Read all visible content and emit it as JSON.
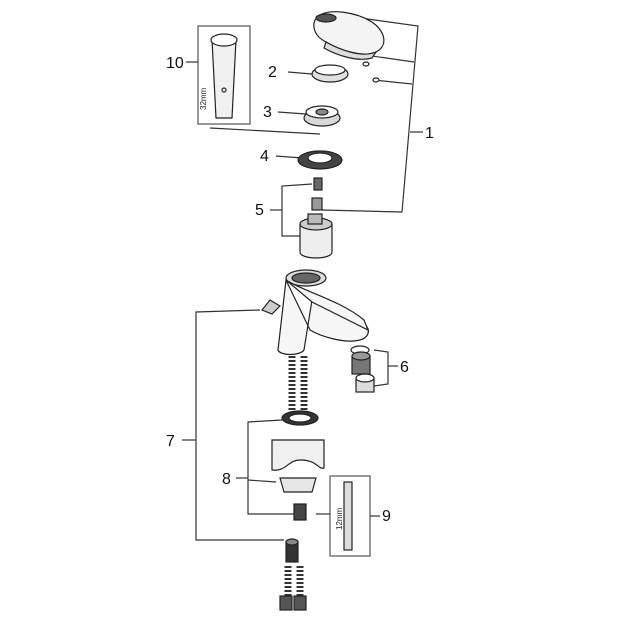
{
  "callouts": [
    "1",
    "2",
    "3",
    "4",
    "5",
    "6",
    "7",
    "8",
    "9",
    "10"
  ],
  "tool_labels": {
    "wrench_32": "32mm",
    "wrench_12": "12mm"
  }
}
